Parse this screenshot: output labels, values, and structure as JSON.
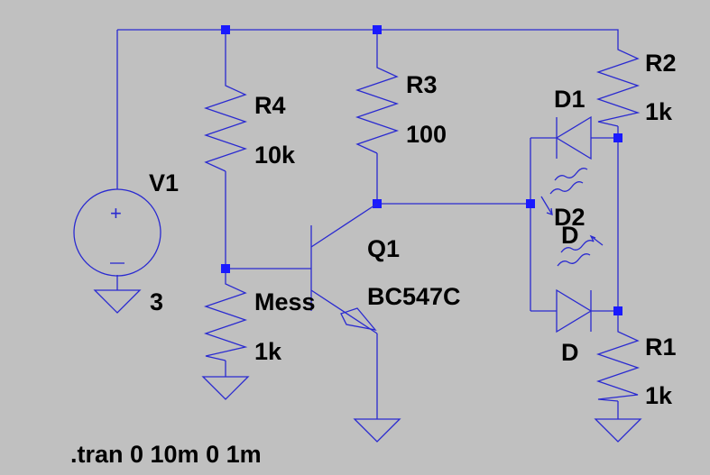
{
  "schematic": {
    "source": {
      "name": "V1",
      "value": "3"
    },
    "r4": {
      "name": "R4",
      "value": "10k"
    },
    "r3": {
      "name": "R3",
      "value": "100"
    },
    "r2": {
      "name": "R2",
      "value": "1k"
    },
    "r1": {
      "name": "R1",
      "value": "1k"
    },
    "mess": {
      "name": "Mess",
      "value": "1k"
    },
    "q1": {
      "name": "Q1",
      "model": "BC547C"
    },
    "d1": {
      "name": "D1"
    },
    "d2": {
      "name": "D2",
      "overlap": "D"
    },
    "d3": {
      "name": "D"
    },
    "directive": ".tran 0 10m 0 1m",
    "colors": {
      "background": "#c0c0c0",
      "wire": "#2a2ad0",
      "junction": "#1a1aff",
      "text": "#000000"
    }
  }
}
